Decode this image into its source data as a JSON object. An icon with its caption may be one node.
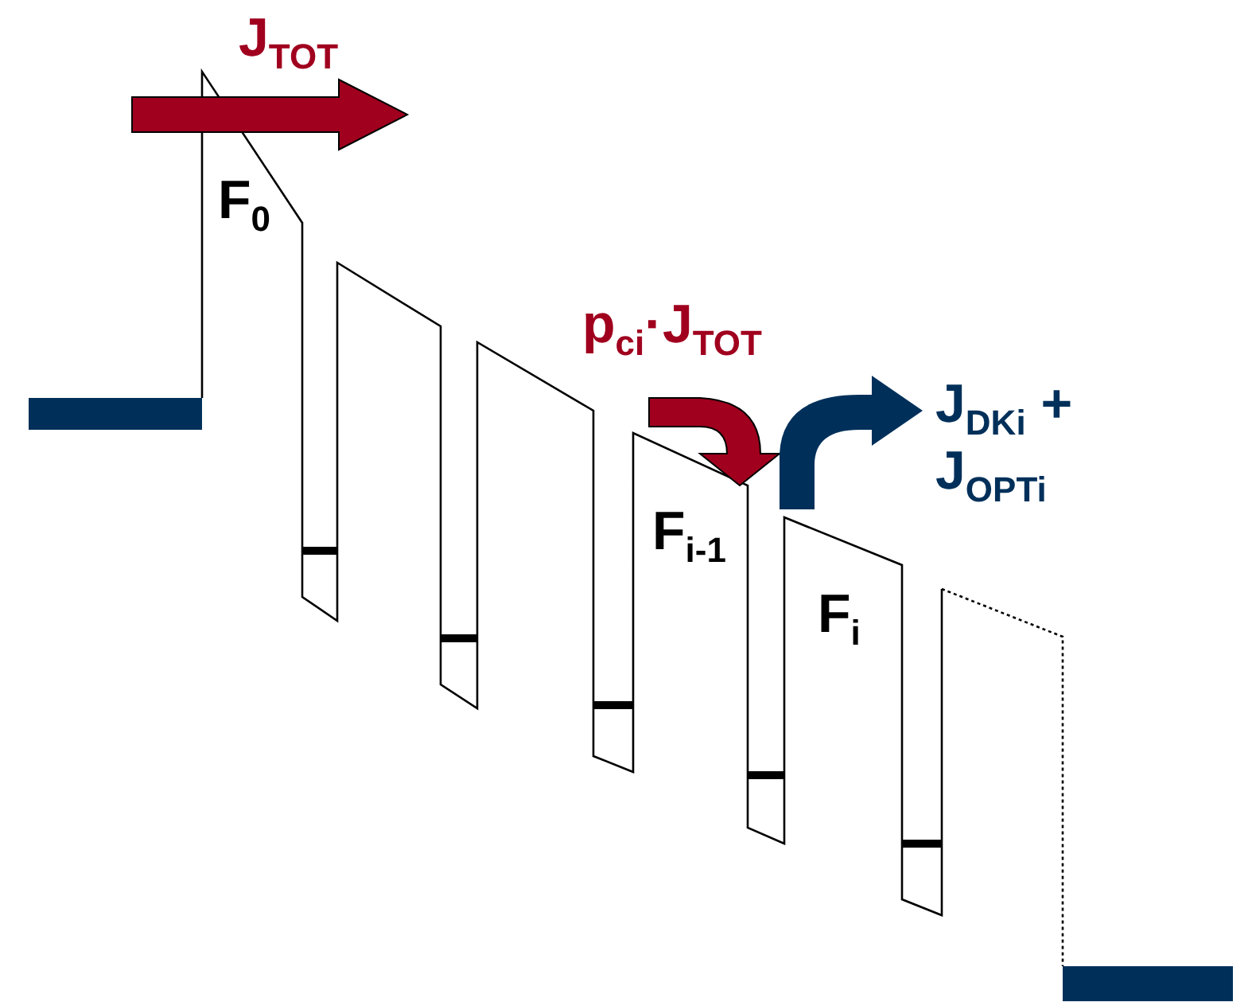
{
  "diagram": {
    "labels": [
      "J$_{TOT}$",
      "F$_{0}$",
      "p$_{ci}$·J$_{TOT}$",
      "J$_{DKi}$ + J$_{OPTi}$",
      "F$_{i-1}$",
      "F$_{i}$"
    ]
  }
}
